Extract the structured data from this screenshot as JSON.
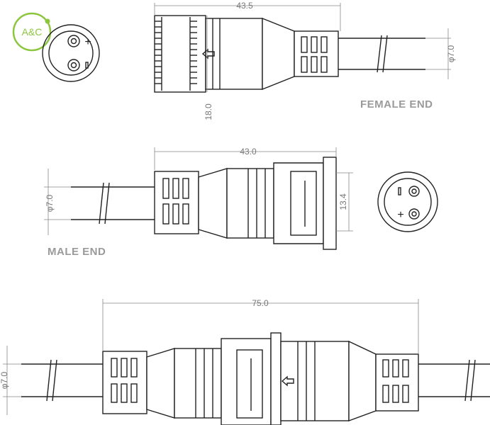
{
  "logo": {
    "text": "A&C",
    "color": "#8cc63f"
  },
  "labels": {
    "female_end": "FEMALE END",
    "male_end": "MALE END"
  },
  "dimensions": {
    "female_length": "43.5",
    "female_height": "18.0",
    "female_cable_dia": "φ7.0",
    "male_length": "43.0",
    "male_cable_dia": "φ7.0",
    "male_flange": "13.4",
    "total_length": "75.0",
    "total_cable_dia": "φ7.0"
  },
  "pin_symbols": {
    "plus": "+",
    "minus": "−"
  },
  "icons": [
    "arrow-icon",
    "logo-icon"
  ]
}
